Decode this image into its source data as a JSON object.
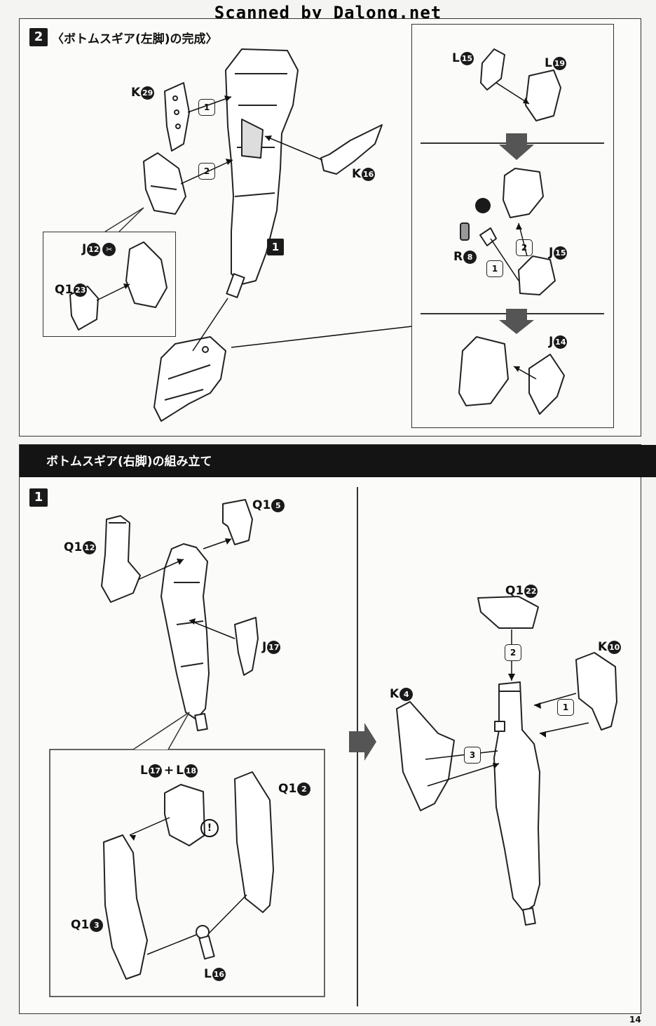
{
  "watermark": "Scanned by Dalong.net",
  "page_number": "14",
  "section1": {
    "step": "2",
    "title": "〈ボトムスギア(左脚)の完成〉",
    "side_step": "1",
    "parts": {
      "k29": {
        "letter": "K",
        "num": "29"
      },
      "k16": {
        "letter": "K",
        "num": "16"
      },
      "j12": {
        "letter": "J",
        "num": "12"
      },
      "q123": {
        "letter": "Q1",
        "num": "23"
      },
      "l15": {
        "letter": "L",
        "num": "15"
      },
      "l19": {
        "letter": "L",
        "num": "19"
      },
      "r8": {
        "letter": "R",
        "num": "8"
      },
      "j15": {
        "letter": "J",
        "num": "15"
      },
      "j14": {
        "letter": "J",
        "num": "14"
      }
    },
    "order": {
      "one": "1",
      "two": "2"
    }
  },
  "section2": {
    "banner": "ボトムスギア(右脚)の組み立て",
    "step": "1",
    "parts": {
      "q112": {
        "letter": "Q1",
        "num": "12"
      },
      "q15": {
        "letter": "Q1",
        "num": "5"
      },
      "j17": {
        "letter": "J",
        "num": "17"
      },
      "l17": {
        "letter": "L",
        "num": "17"
      },
      "plus": "+",
      "l18": {
        "letter": "L",
        "num": "18"
      },
      "q12": {
        "letter": "Q1",
        "num": "2"
      },
      "q13": {
        "letter": "Q1",
        "num": "3"
      },
      "l16": {
        "letter": "L",
        "num": "16"
      },
      "q122": {
        "letter": "Q1",
        "num": "22"
      },
      "k10": {
        "letter": "K",
        "num": "10"
      },
      "k4": {
        "letter": "K",
        "num": "4"
      }
    },
    "order": {
      "one": "1",
      "two": "2",
      "three": "3"
    },
    "caution": "!"
  }
}
